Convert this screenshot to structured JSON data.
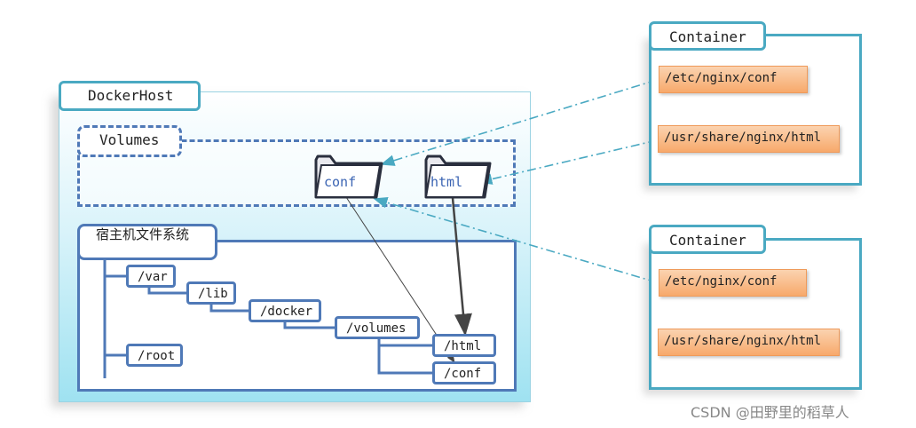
{
  "docker_host": {
    "title": "DockerHost"
  },
  "volumes": {
    "title": "Volumes",
    "folders": [
      {
        "label": "conf"
      },
      {
        "label": "html"
      }
    ]
  },
  "host_fs": {
    "title": "宿主机文件系统",
    "nodes": [
      "/var",
      "/lib",
      "/docker",
      "/volumes",
      "/html",
      "/conf",
      "/root"
    ]
  },
  "containers": [
    {
      "title": "Container",
      "paths": [
        "/etc/nginx/conf",
        "/usr/share/nginx/html"
      ]
    },
    {
      "title": "Container",
      "paths": [
        "/etc/nginx/conf",
        "/usr/share/nginx/html"
      ]
    }
  ],
  "watermark": "CSDN @田野里的稻草人",
  "colors": {
    "teal": "#4aa9c2",
    "blue": "#4f79b7",
    "orange": "#f7a96b",
    "dash_arrow": "#4aa9c2"
  }
}
